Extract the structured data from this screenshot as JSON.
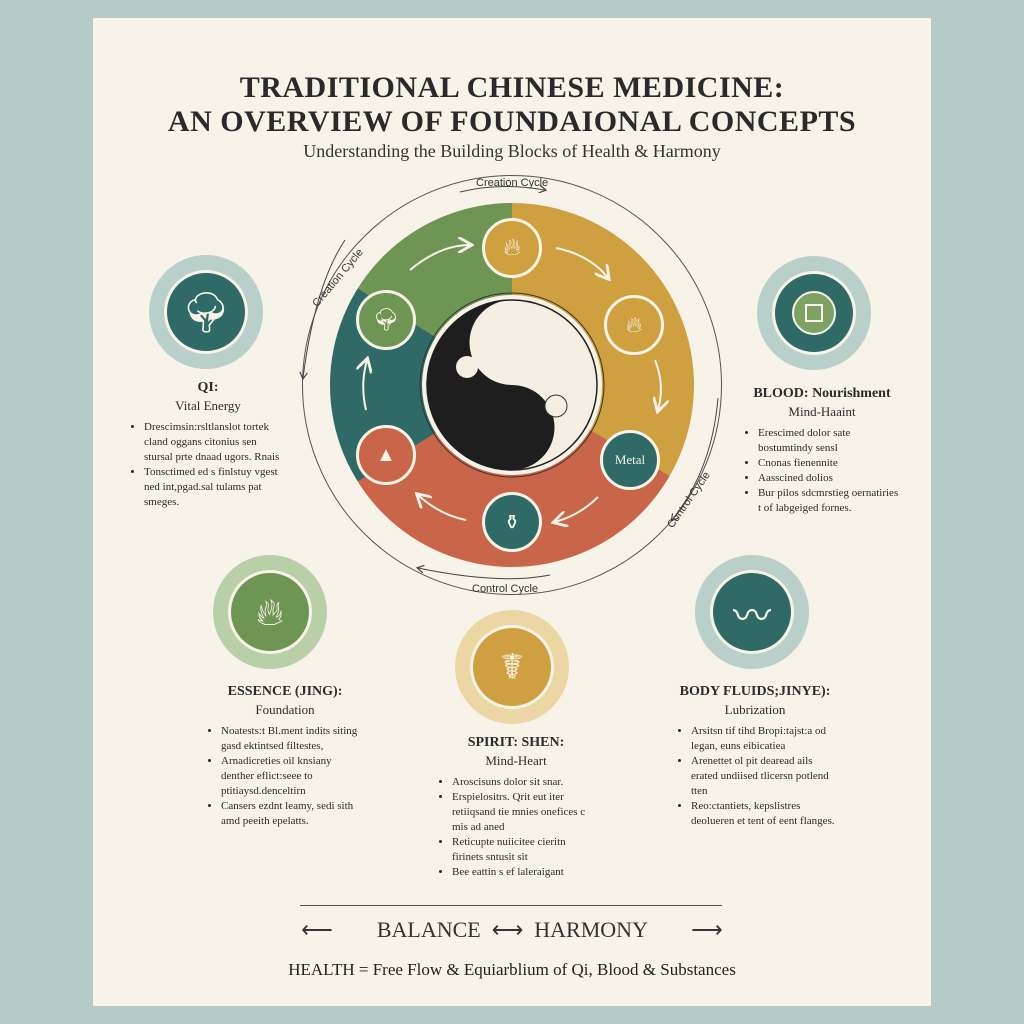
{
  "title_line1": "TRADITIONAL CHINESE MEDICINE:",
  "title_line2": "AN OVERVIEW OF FOUNDAIONAL CONCEPTS",
  "subtitle": "Understanding the Building Blocks of Health & Harmony",
  "wheel": {
    "cycle_labels": [
      "Creation Cycle",
      "Creation Cycle",
      "Control Cycle",
      "Control Cycle"
    ],
    "metal_label": "Metal",
    "colors": {
      "wood": "#6f9554",
      "fire": "#cfa03f",
      "earth": "#c9664a",
      "water": "#2f6a66"
    }
  },
  "sections": [
    {
      "title": "QI:",
      "subtitle": "Vital Energy",
      "icon": "tree-icon",
      "bullets": [
        "Drescimsin:rsltlanslot tortek cland oggans citonius sen stursal prte dnaad ugors. Rnais",
        "Tonsctimed ed s finlstuy vgest ned int,pgad.sal tulams pat smeges."
      ]
    },
    {
      "title": "BLOOD: Nourishment",
      "subtitle": "Mind-Haaint",
      "icon": "square-icon",
      "bullets": [
        "Erescimed dolor sate bostumtindy sensl",
        "Cnonas fienennite",
        "Aasscined dolios",
        "Bur pilos sdcmrstieg oernatiries t of labgeiged fornes."
      ]
    },
    {
      "title": "ESSENCE (JING):",
      "subtitle": "Foundation",
      "icon": "flame-icon",
      "bullets": [
        "Noatests:t Bl.ment indits siting gasd ektintsed filtestes,",
        "Arnadicreties oil knsiany denther eflict:seee to ptitiaysd.denceltirn",
        "Cansers ezdnt leamy, sedi sith amd peeith epelatts."
      ]
    },
    {
      "title": "SPIRIT: SHEN:",
      "subtitle": "Mind-Heart",
      "icon": "spirit-symbol-icon",
      "bullets": [
        "Aroscisuns dolor sit snar.",
        "Erspielositrs. Qrit eut iter retiiqsand tie mnies onefices c mis ad aned",
        "Reticupte nuiicitee cieritn firinets sntusit sit",
        "Bee eattin s ef laleraigant"
      ]
    },
    {
      "title": "BODY FLUIDS;JINYE):",
      "subtitle": "Lubrization",
      "icon": "wave-icon",
      "bullets": [
        "Arsitsn tif tihd Bropi:tajst:a od legan, euns eibicatiea",
        "Arenettet ol pit dearead ails erated undiised tlicersn potlend tten",
        "Reo:ctantiets, kepslistres deolueren et tent of eent flanges."
      ]
    }
  ],
  "footer": {
    "balance": "BALANCE",
    "harmony": "HARMONY",
    "formula": "HEALTH = Free Flow & Equiarblium of Qi, Blood & Substances"
  }
}
